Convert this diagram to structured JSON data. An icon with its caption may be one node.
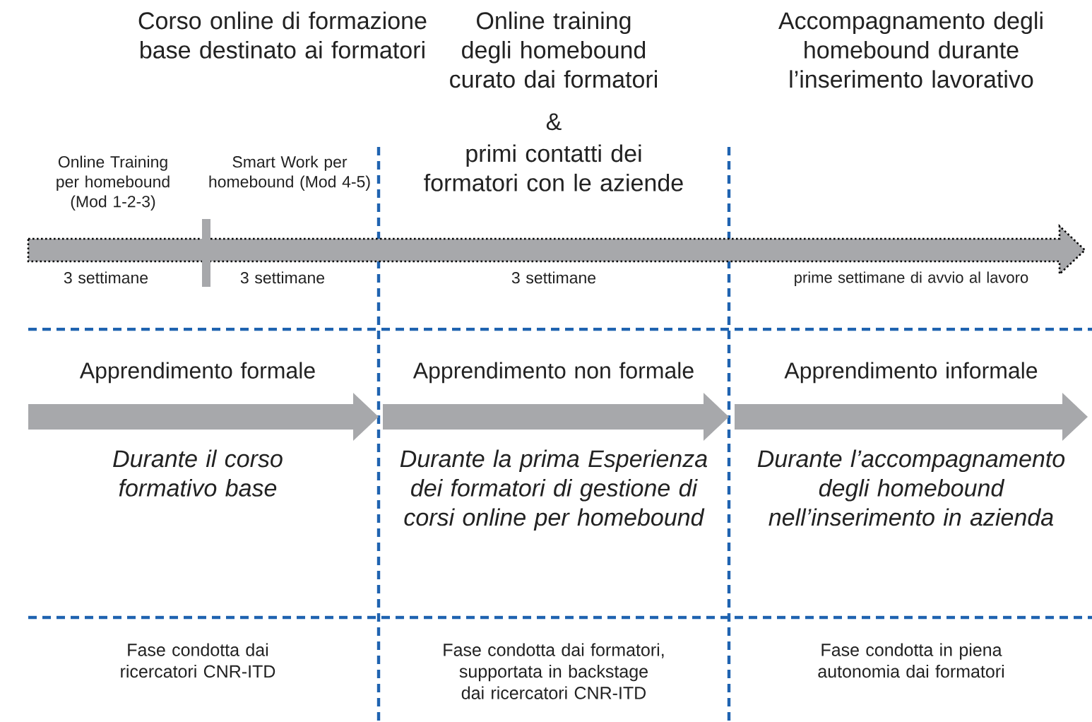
{
  "diagram": {
    "labels": [
      "Corso online di formazione base destinato ai formatori",
      "Online training degli homebound curato dai formatori",
      "&",
      "primi contatti dei formatori con le aziende",
      "Accompagnamento degli homebound durante l’inserimento lavorativo",
      "Online Training per homebound (Mod 1-2-3)",
      "Smart Work per homebound (Mod 4-5)",
      "3 settimane",
      "3 settimane",
      "3 settimane",
      "prime settimane di avvio al lavoro",
      "Apprendimento formale",
      "Apprendimento non formale",
      "Apprendimento informale",
      "Durante il corso formativo base",
      "Durante la prima Esperienza dei formatori di gestione di corsi online per homebound",
      "Durante l’accompagnamento degli homebound nell’inserimento in azienda",
      "Fase condotta dai ricercatori CNR-ITD",
      "Fase condotta dai formatori, supportata in backstage dai ricercatori CNR-ITD",
      "Fase condotta in piena autonomia dai formatori"
    ]
  }
}
